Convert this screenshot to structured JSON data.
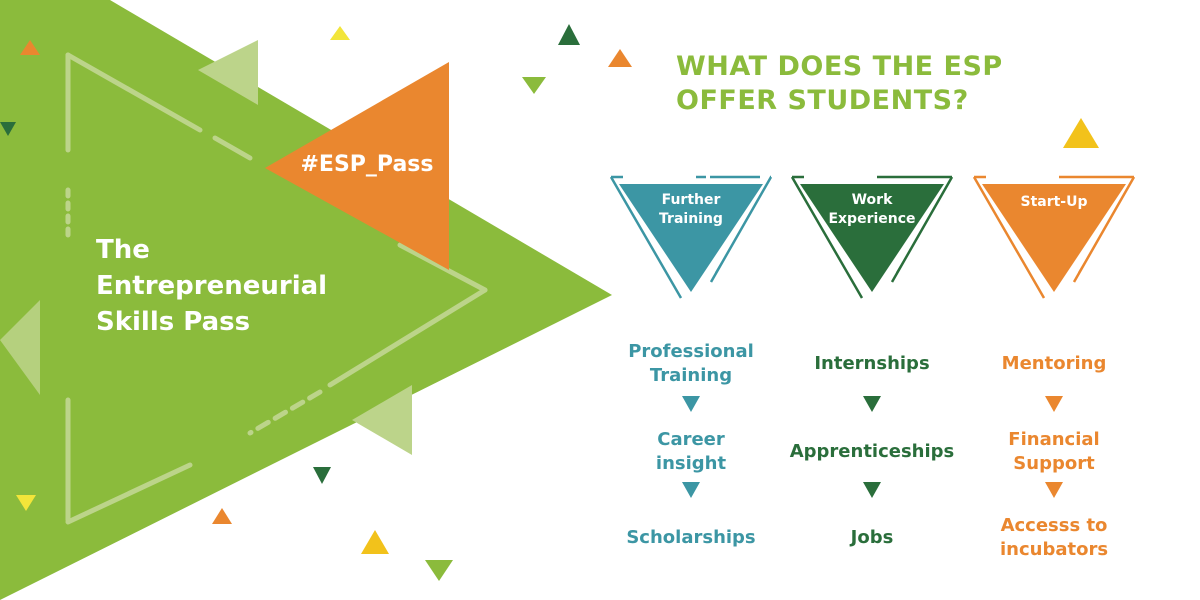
{
  "colors": {
    "green": "#8bbb3c",
    "light_green": "#bcd48a",
    "teal": "#3c96a4",
    "dark_green": "#2a6e3b",
    "orange": "#ea872f",
    "yellow": "#f2c21b"
  },
  "icons": [
    "triangle-shape",
    "arrow-down-icon"
  ],
  "heading": {
    "prefix": "WHAT DOES THE ",
    "highlight": "ESP",
    "line2": "OFFER STUDENTS?"
  },
  "title": {
    "lines": [
      "The",
      "Entrepreneurial",
      "Skills Pass"
    ]
  },
  "hashtag": "#ESP_Pass",
  "columns": [
    {
      "label_lines": [
        "Further",
        "Training"
      ],
      "items": [
        [
          "Professional",
          "Training"
        ],
        [
          "Career",
          "insight"
        ],
        [
          "Scholarships"
        ]
      ]
    },
    {
      "label_lines": [
        "Work",
        "Experience"
      ],
      "items": [
        [
          "Internships"
        ],
        [
          "Apprenticeships"
        ],
        [
          "Jobs"
        ]
      ]
    },
    {
      "label_lines": [
        "Start-Up"
      ],
      "items": [
        [
          "Mentoring"
        ],
        [
          "Financial",
          "Support"
        ],
        [
          "Accesss to",
          "incubators"
        ]
      ]
    }
  ]
}
